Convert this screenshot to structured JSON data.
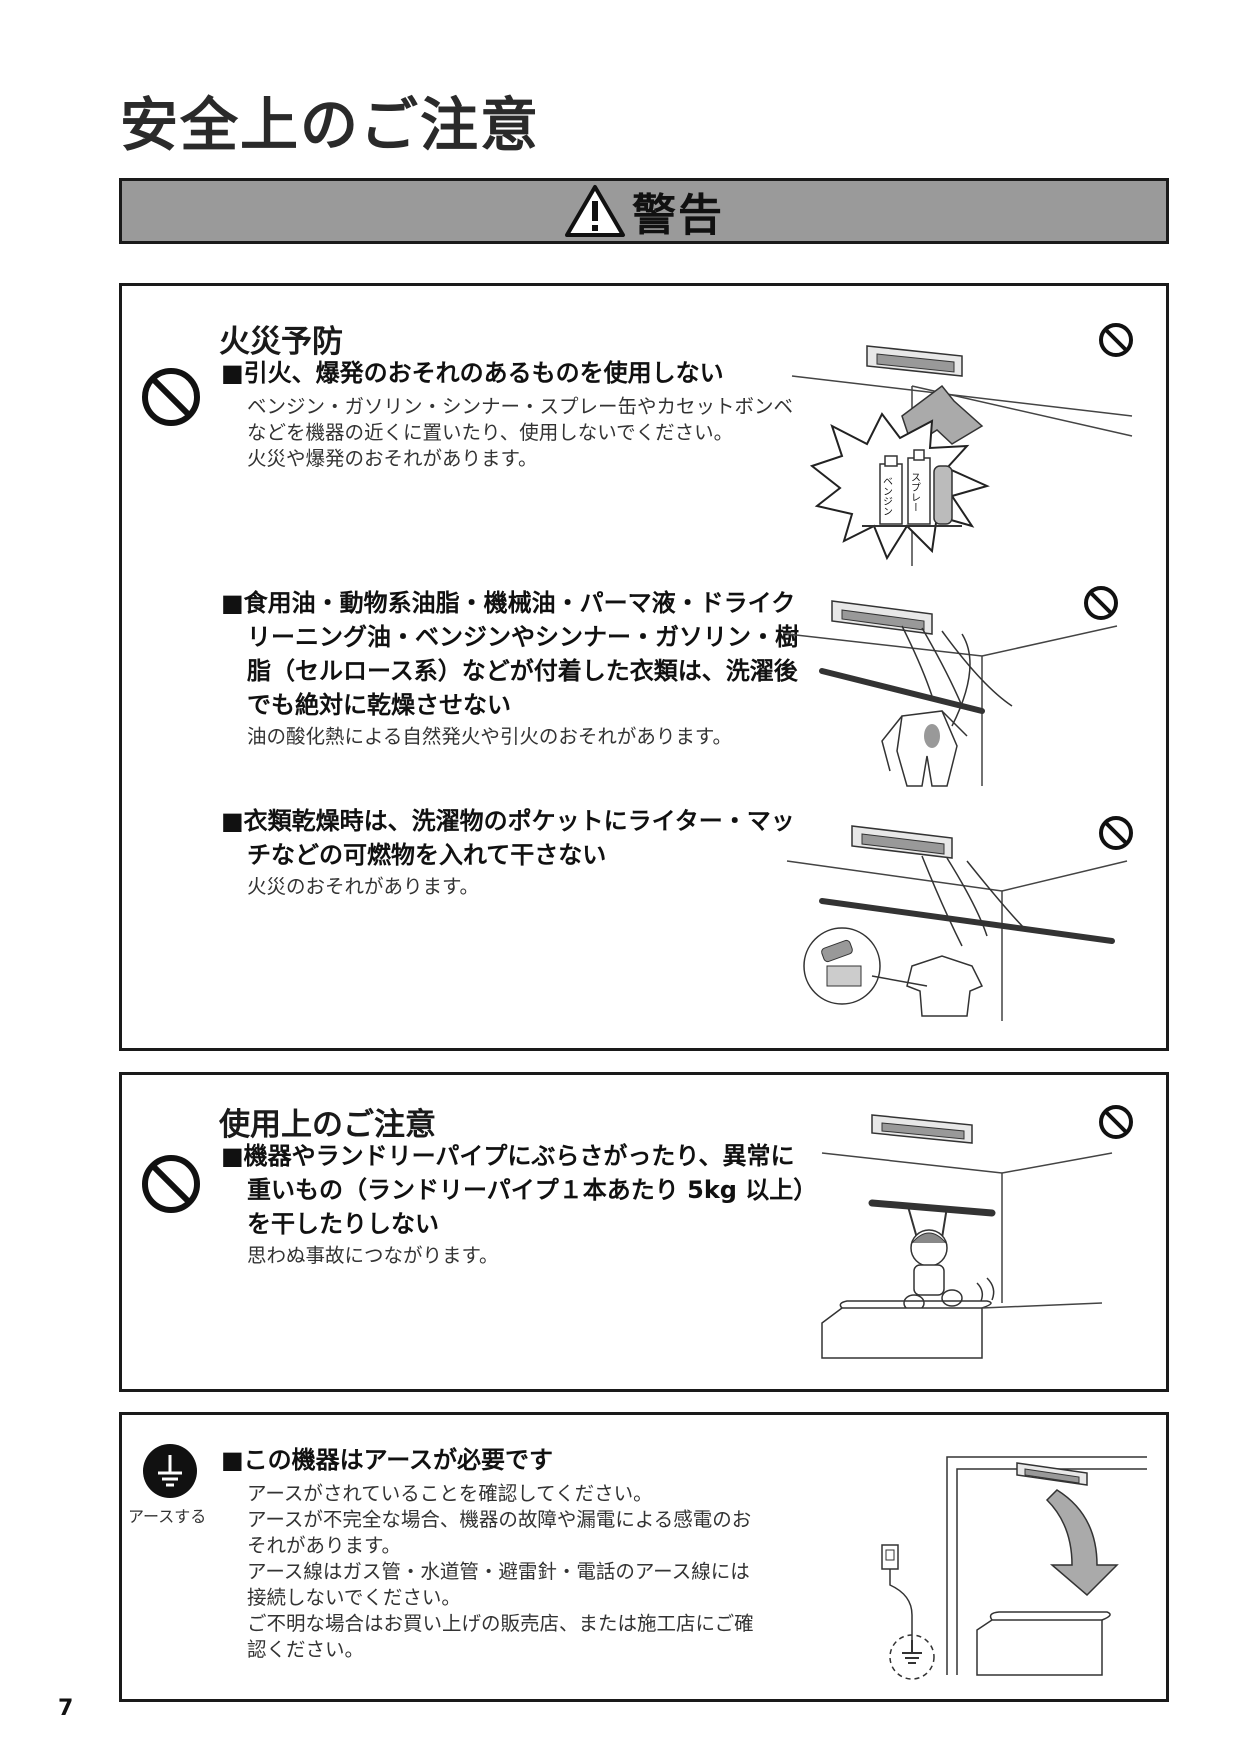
{
  "page": {
    "title": "安全上のご注意",
    "number": "7"
  },
  "banner": {
    "label": "警告"
  },
  "fire_section": {
    "heading": "火災予防",
    "items": [
      {
        "title_lines": [
          "■引火、爆発のおそれのあるものを使用しない"
        ],
        "body_lines": [
          "ベンジン・ガソリン・シンナー・スプレー缶やカセットボンベ",
          "などを機器の近くに置いたり、使用しないでください。",
          "火災や爆発のおそれがあります。"
        ]
      },
      {
        "title_lines": [
          "■食用油・動物系油脂・機械油・パーマ液・ドライク",
          "リーニング油・ベンジンやシンナー・ガソリン・樹",
          "脂（セルロース系）などが付着した衣類は、洗濯後",
          "でも絶対に乾燥させない"
        ],
        "body_lines": [
          "油の酸化熱による自然発火や引火のおそれがあります。"
        ]
      },
      {
        "title_lines": [
          "■衣類乾燥時は、洗濯物のポケットにライター・マッ",
          "チなどの可燃物を入れて干さない"
        ],
        "body_lines": [
          "火災のおそれがあります。"
        ]
      }
    ],
    "illustration_labels": {
      "can1": "ベンジン",
      "can2": "スプレー"
    }
  },
  "use_section": {
    "heading": "使用上のご注意",
    "item": {
      "title_lines": [
        "■機器やランドリーパイプにぶらさがったり、異常に",
        "重いもの（ランドリーパイプ１本あたり 5kg 以上）",
        "を干したりしない"
      ],
      "body_lines": [
        "思わぬ事故につながります。"
      ]
    }
  },
  "earth_section": {
    "icon_label": "アースする",
    "item": {
      "title_lines": [
        "■この機器はアースが必要です"
      ],
      "body_lines": [
        "アースがされていることを確認してください。",
        "アースが不完全な場合、機器の故障や漏電による感電のお",
        "それがあります。",
        "アース線はガス管・水道管・避雷針・電話のアース線には",
        "接続しないでください。",
        "ご不明な場合はお買い上げの販売店、または施工店にご確",
        "認ください。"
      ]
    }
  },
  "icons": {
    "prohibit": "prohibition-icon",
    "warning": "warning-triangle-icon",
    "earth": "ground-icon"
  }
}
